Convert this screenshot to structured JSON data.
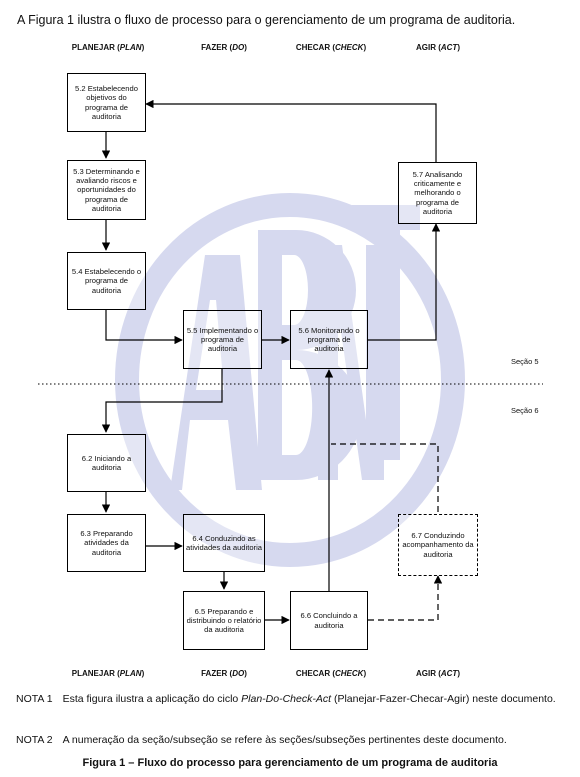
{
  "intro_text": "A Figura 1 ilustra o fluxo de processo para o gerenciamento de um programa de auditoria.",
  "columns_top": [
    {
      "label": "PLANEJAR",
      "italic": "PLAN"
    },
    {
      "label": "FAZER",
      "italic": "DO"
    },
    {
      "label": "CHECAR",
      "italic": "CHECK"
    },
    {
      "label": "AGIR",
      "italic": "ACT"
    }
  ],
  "columns_bottom": [
    {
      "label": "PLANEJAR",
      "italic": "PLAN"
    },
    {
      "label": "FAZER",
      "italic": "DO"
    },
    {
      "label": "CHECAR",
      "italic": "CHECK"
    },
    {
      "label": "AGIR",
      "italic": "ACT"
    }
  ],
  "boxes": {
    "b52": "5.2 Estabelecendo objetivos do programa de auditoria",
    "b53": "5.3 Determinando e avaliando riscos e oportunidades do programa de auditoria",
    "b54": "5.4 Estabelecendo o programa de auditoria",
    "b55": "5.5 Implementando o programa de auditoria",
    "b56": "5.6 Monitorando o programa de auditoria",
    "b57": "5.7 Analisando criticamente e melhorando o programa de auditoria",
    "b62": "6.2 Iniciando a auditoria",
    "b63": "6.3 Preparando atividades da auditoria",
    "b64": "6.4 Conduzindo as atividades da auditoria",
    "b65": "6.5 Preparando e distribuindo o relatório da auditoria",
    "b66": "6.6 Concluindo a auditoria",
    "b67": "6.7 Conduzindo acompanhamento da auditoria"
  },
  "section_labels": {
    "s5": "Seção 5",
    "s6": "Seção 6"
  },
  "watermark": "ABNT",
  "notes": {
    "nota1_label": "NOTA 1",
    "nota1_pre": "Esta figura ilustra a aplicação do ciclo ",
    "nota1_italic": "Plan-Do-Check-Act",
    "nota1_post": " (Planejar-Fazer-Checar-Agir) neste documento.",
    "nota2_label": "NOTA 2",
    "nota2_text": "A numeração da seção/subseção se refere às seções/subseções pertinentes deste documento."
  },
  "caption": "Figura 1 – Fluxo do processo para gerenciamento de um programa de auditoria",
  "colors": {
    "watermark": "#d4d7ee",
    "line": "#000000"
  }
}
